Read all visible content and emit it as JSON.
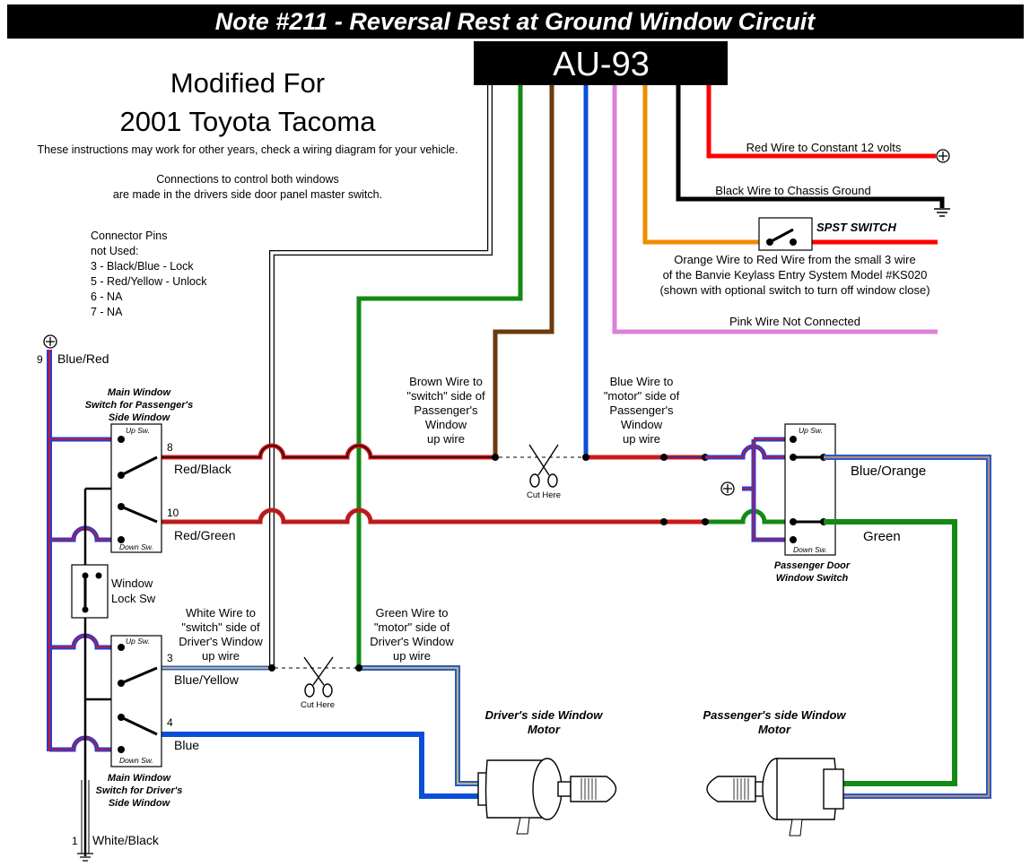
{
  "title": "Note #211 - Reversal Rest at Ground Window Circuit",
  "module": "AU-93",
  "modified": {
    "line1": "Modified For",
    "line2": "2001 Toyota Tacoma",
    "note1": "These instructions may work for other years, check a wiring diagram for your vehicle.",
    "note2": "Connections to control both windows",
    "note3": "are made in the drivers side door panel master switch."
  },
  "unused_pins": {
    "heading1": "Connector Pins",
    "heading2": "not Used:",
    "items": [
      "3 - Black/Blue - Lock",
      "5 - Red/Yellow - Unlock",
      "6 - NA",
      "7 - NA"
    ]
  },
  "right_labels": {
    "red": "Red Wire to Constant 12 volts",
    "black": "Black Wire to Chassis Ground",
    "spst": "SPST SWITCH",
    "orange1": "Orange Wire to Red Wire from the small 3 wire",
    "orange2": "of the Banvie Keylass Entry System Model #KS020",
    "orange3": "(shown with optional switch to turn off window close)",
    "pink": "Pink Wire Not Connected"
  },
  "wire_labels": {
    "brown": [
      "Brown Wire to",
      "\"switch\" side of",
      "Passenger's",
      "Window",
      "up wire"
    ],
    "blue": [
      "Blue Wire to",
      "\"motor\" side of",
      "Passenger's",
      "Window",
      "up wire"
    ],
    "white": [
      "White Wire to",
      "\"switch\" side of",
      "Driver's Window",
      "up wire"
    ],
    "green": [
      "Green Wire to",
      "\"motor\" side of",
      "Driver's Window",
      "up wire"
    ]
  },
  "pins": {
    "p9": "9",
    "blue_red": "Blue/Red",
    "p8": "8",
    "red_black": "Red/Black",
    "p10": "10",
    "red_green": "Red/Green",
    "p3": "3",
    "blue_yellow": "Blue/Yellow",
    "p4": "4",
    "blue": "Blue",
    "p1": "1",
    "white_black": "White/Black"
  },
  "switches": {
    "main_pass": [
      "Main Window",
      "Switch for Passenger's",
      "Side Window"
    ],
    "main_driver": [
      "Main Window",
      "Switch for Driver's",
      "Side Window"
    ],
    "window_lock": [
      "Window",
      "Lock Sw"
    ],
    "pass_door": [
      "Passenger Door",
      "Window Switch"
    ],
    "up": "Up Sw.",
    "down": "Down Sw."
  },
  "pass_switch_wires": {
    "blue_orange": "Blue/Orange",
    "green": "Green"
  },
  "cut_here": "Cut Here",
  "motors": {
    "driver": [
      "Driver's side Window",
      "Motor"
    ],
    "passenger": [
      "Passenger's side Window",
      "Motor"
    ]
  },
  "colors": {
    "red": "#ff0000",
    "black": "#000000",
    "orange": "#f08c00",
    "pink": "#dd80d8",
    "blue": "#0a4fd8",
    "brown": "#6b3a0c",
    "green": "#148a14",
    "darkred": "#cc1a1a"
  }
}
